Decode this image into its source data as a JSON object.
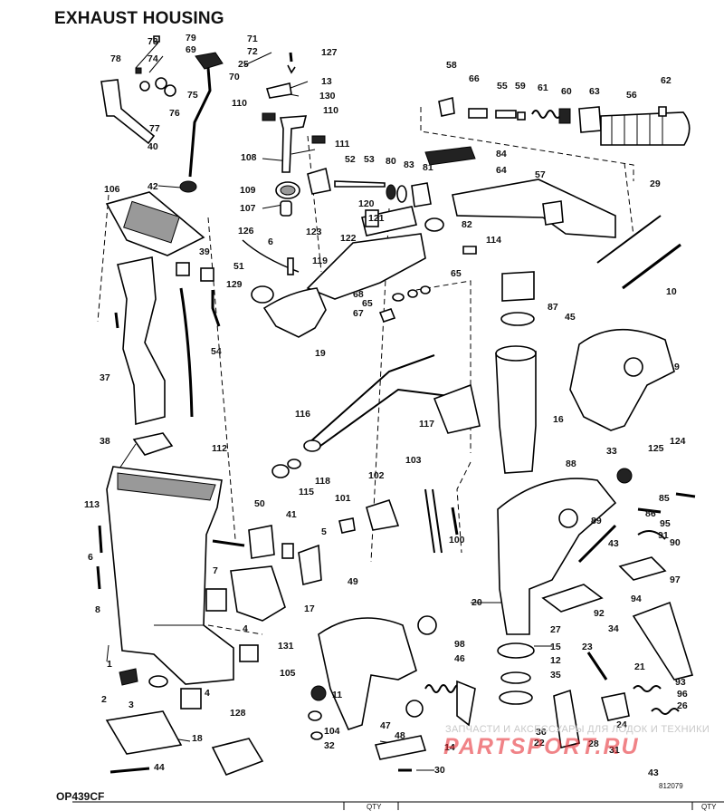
{
  "title": "EXHAUST HOUSING",
  "figure_code": "OP439CF",
  "drawing_number": "812079",
  "watermark_text": "ЗАПЧАСТИ И АКСЕССУАРЫ ДЛЯ ЛОДОК И ТЕХНИКИ",
  "logo_text": "PARTSPORT.RU",
  "table_header_fragments": [
    "QTY",
    "QTY"
  ],
  "callouts": [
    "73",
    "79",
    "74",
    "69",
    "71",
    "72",
    "78",
    "25",
    "70",
    "75",
    "76",
    "77",
    "127",
    "13",
    "130",
    "110",
    "110",
    "111",
    "40",
    "108",
    "58",
    "66",
    "55",
    "59",
    "61",
    "60",
    "63",
    "56",
    "62",
    "84",
    "64",
    "80",
    "83",
    "81",
    "52",
    "53",
    "57",
    "109",
    "107",
    "42",
    "120",
    "121",
    "122",
    "123",
    "29",
    "82",
    "114",
    "106",
    "126",
    "6",
    "39",
    "51",
    "129",
    "119",
    "65",
    "68",
    "65",
    "67",
    "87",
    "10",
    "45",
    "9",
    "19",
    "54",
    "37",
    "116",
    "117",
    "16",
    "124",
    "125",
    "38",
    "112",
    "103",
    "88",
    "33",
    "102",
    "118",
    "115",
    "85",
    "86",
    "113",
    "50",
    "41",
    "101",
    "100",
    "95",
    "91",
    "90",
    "89",
    "43",
    "5",
    "6",
    "7",
    "17",
    "20",
    "97",
    "92",
    "94",
    "8",
    "4",
    "49",
    "98",
    "27",
    "34",
    "131",
    "15",
    "23",
    "46",
    "12",
    "35",
    "105",
    "21",
    "93",
    "1",
    "11",
    "36",
    "22",
    "24",
    "28",
    "31",
    "2",
    "3",
    "4",
    "47",
    "96",
    "26",
    "104",
    "18",
    "128",
    "48",
    "32",
    "14",
    "44",
    "30",
    "43"
  ]
}
